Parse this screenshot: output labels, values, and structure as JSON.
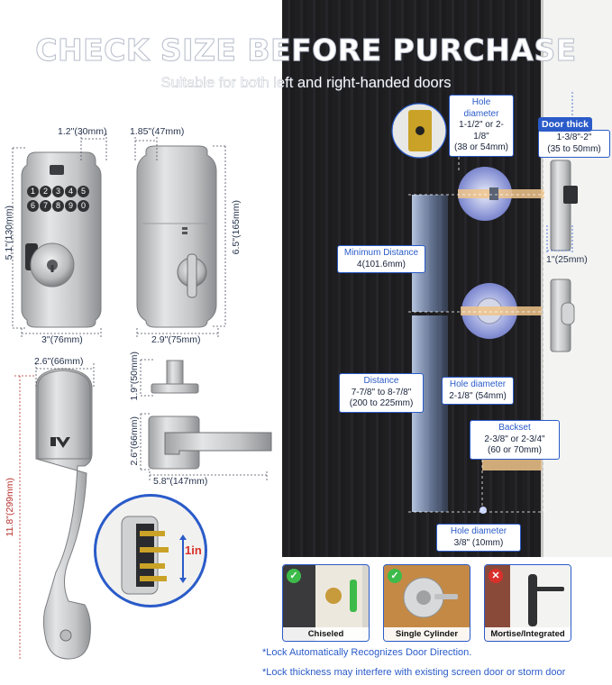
{
  "header": {
    "title": "CHECK SIZE BEFORE PURCHASE",
    "subtitle": "Suitable for both left and right-handed doors"
  },
  "keypad": {
    "keys": [
      "1",
      "2",
      "3",
      "4",
      "5",
      "6",
      "7",
      "8",
      "9",
      "0"
    ]
  },
  "dimensions": {
    "front_width_top": "1.2\"(30mm)",
    "front_height": "5.1\"(130mm)",
    "front_width_bottom": "3\"(76mm)",
    "back_width_top": "1.85\"(47mm)",
    "back_height": "6.5\"(165mm)",
    "back_width_bottom": "2.9\"(75mm)",
    "handle_width": "2.6\"(66mm)",
    "handle_height": "11.8\"(299mm)",
    "lever_rose_height": "1.9\"(50mm)",
    "lever_base_height": "2.6\"(66mm)",
    "lever_length": "5.8\"(147mm)",
    "screw_length": "1in"
  },
  "door_labels": {
    "hole_top": {
      "title": "Hole diameter",
      "value": "1-1/2\" or 2-1/8\"",
      "metric": "(38 or 54mm)"
    },
    "door_thick": {
      "title": "Door thick",
      "value": "1-3/8\"-2\"",
      "metric": "(35 to 50mm)"
    },
    "min_distance": {
      "title": "Minimum Distance",
      "value": "4(101.6mm)"
    },
    "latch_width": "1\"(25mm)",
    "distance": {
      "title": "Distance",
      "value": "7-7/8\" to 8-7/8\"",
      "metric": "(200 to 225mm)"
    },
    "hole_mid": {
      "title": "Hole diameter",
      "value": "2-1/8\" (54mm)"
    },
    "backset": {
      "title": "Backset",
      "value": "2-3/8\" or 2-3/4\"",
      "metric": "(60 or 70mm)"
    },
    "hole_bottom": {
      "title": "Hole diameter",
      "value": "3/8\" (10mm)"
    }
  },
  "cards": [
    {
      "label": "Chiseled",
      "status": "ok"
    },
    {
      "label": "Single Cylinder",
      "status": "ok"
    },
    {
      "label": "Mortise/Integrated",
      "status": "no"
    }
  ],
  "notes": [
    "*Lock Automatically Recognizes Door Direction.",
    "*Lock thickness may interfere with existing screen door or storm door"
  ],
  "colors": {
    "accent": "#2a5bc9",
    "ok": "#3dbb4a",
    "no": "#d9302b",
    "door": "#1f1f22"
  }
}
